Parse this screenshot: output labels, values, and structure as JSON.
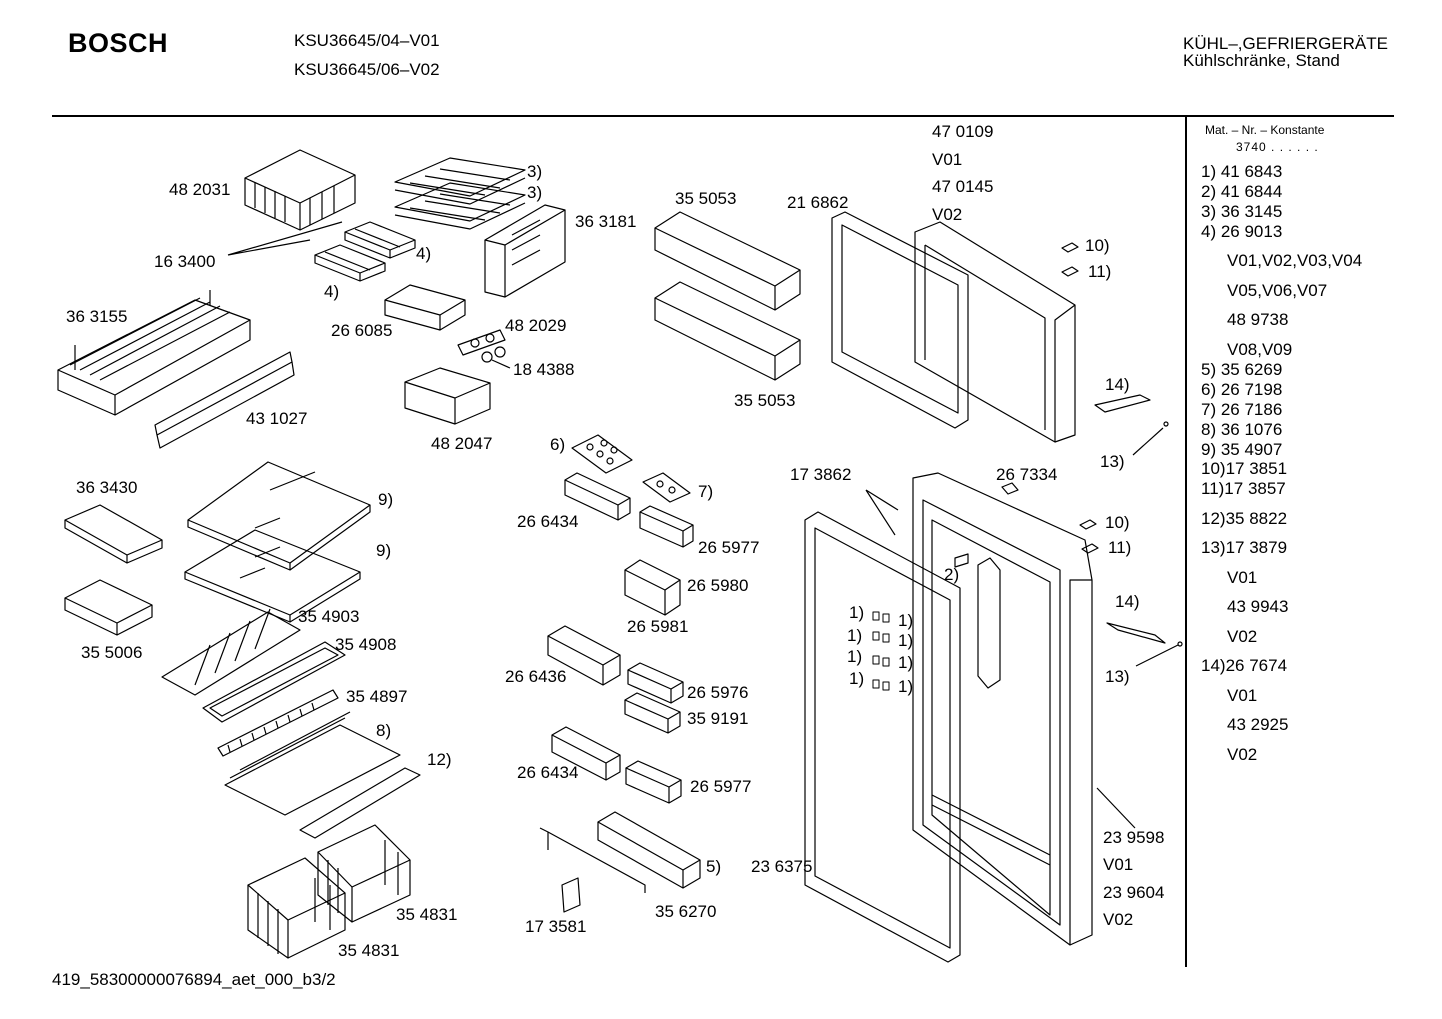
{
  "header": {
    "brand": "BOSCH",
    "models": [
      "KSU36645/04–V01",
      "KSU36645/06–V02"
    ],
    "category": "KÜHL–,GEFRIERGERÄTE",
    "subcategory": "Kühlschränke, Stand"
  },
  "footer": {
    "code": "419_58300000076894_aet_000_b3/2"
  },
  "door_variants": {
    "freezer_door": [
      "47 0109",
      "V01",
      "47 0145",
      "V02"
    ],
    "fridge_door": [
      "23 9598",
      "V01",
      "23 9604",
      "V02"
    ]
  },
  "callouts": [
    "48 2031",
    "16 3400",
    "3)",
    "3)",
    "36 3181",
    "4)",
    "4)",
    "26 6085",
    "48 2029",
    "18 4388",
    "36 3155",
    "43 1027",
    "48 2047",
    "35 5053",
    "35 5053",
    "21 6862",
    "10)",
    "11)",
    "14)",
    "13)",
    "36 3430",
    "9)",
    "9)",
    "35 5006",
    "35 4903",
    "35 4908",
    "35 4897",
    "8)",
    "12)",
    "35 4831",
    "35 4831",
    "6)",
    "7)",
    "26 6434",
    "26 5977",
    "26 5980",
    "26 5981",
    "26 6436",
    "26 5976",
    "35 9191",
    "26 6434",
    "26 5977",
    "5)",
    "35 6270",
    "17 3581",
    "17 3862",
    "26 7334",
    "10)",
    "11)",
    "2)",
    "1)",
    "1)",
    "1)",
    "1)",
    "1)",
    "1)",
    "1)",
    "1)",
    "14)",
    "13)",
    "23 6375"
  ],
  "parts_list": {
    "heading": "Mat. – Nr. – Konstante",
    "constant": "3740  .   .    .   .   .   .",
    "rows": [
      "1) 41 6843",
      "2) 41 6844",
      "3) 36 3145",
      "4) 26 9013",
      "V01,V02,V03,V04",
      "V05,V06,V07",
      "48 9738",
      "V08,V09",
      "5) 35 6269",
      "6) 26 7198",
      "7) 26 7186",
      "8) 36 1076",
      "9) 35 4907",
      "10)17 3851",
      "11)17 3857",
      "12)35 8822",
      "13)17 3879",
      "V01",
      "43 9943",
      "V02",
      "14)26 7674",
      "V01",
      "43 2925",
      "V02"
    ]
  }
}
